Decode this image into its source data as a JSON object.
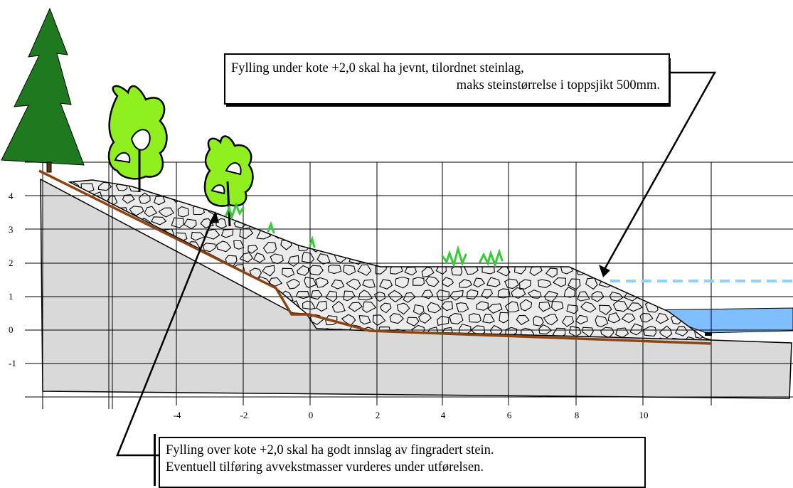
{
  "annotations": {
    "top": {
      "line1": "Fylling under kote +2,0 skal ha jevnt, tilordnet  steinlag,",
      "line2": "maks steinstørrelse i toppsjikt 500mm."
    },
    "bottom": {
      "line1": "Fylling over kote +2,0 skal ha godt innslag av fingradert stein.",
      "line2": "Eventuell tilføring avvekstmasser vurderes under utførelsen."
    }
  },
  "axes": {
    "y_ticks": [
      "4",
      "3",
      "2",
      "1",
      "0",
      "-1"
    ],
    "x_ticks": [
      "-4",
      "-2",
      "0",
      "2",
      "4",
      "6",
      "8",
      "10"
    ]
  },
  "colors": {
    "fill_grey": "#d9d9d9",
    "stone_fill": "#ececec",
    "brown_line": "#8b4513",
    "water": "#7fbfff",
    "water_line": "#8fd0ff",
    "spruce": "#1f7a1f",
    "leaf": "#8fef1f",
    "grass": "#33cc33"
  },
  "icons": [
    "spruce-tree-icon",
    "deciduous-tree-icon",
    "grass-tuft-icon"
  ]
}
